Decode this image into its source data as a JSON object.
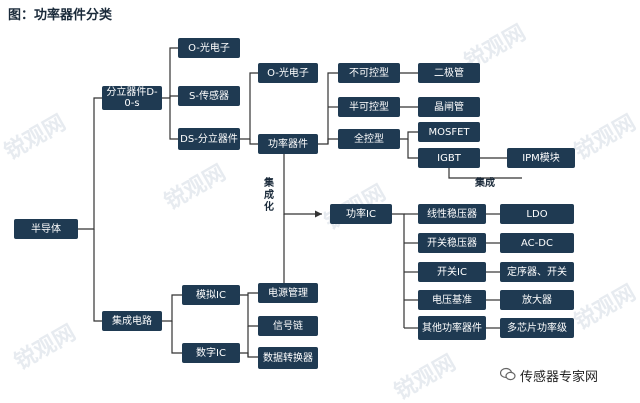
{
  "title": "图：功率器件分类",
  "footer": "传感器专家网",
  "watermark": "锐观网",
  "nodes": {
    "semiconductor": "半导体",
    "discrete": "分立器件D-0-s",
    "ic": "集成电路",
    "o_opto_l1": "O-光电子",
    "s_sensor": "S-传感器",
    "ds_discrete": "DS-分立器件",
    "o_opto_l2": "O-光电子",
    "power_device": "功率器件",
    "uncontrolled": "不可控型",
    "semi_controlled": "半可控型",
    "fully_controlled": "全控型",
    "diode": "二极管",
    "thyristor": "晶闸管",
    "mosfet": "MOSFET",
    "igbt": "IGBT",
    "ipm": "IPM模块",
    "power_ic": "功率IC",
    "linear_reg": "线性稳压器",
    "switch_reg": "开关稳压器",
    "switch_ic": "开关IC",
    "voltage_ref": "电压基准",
    "other_power": "其他功率器件",
    "ldo": "LDO",
    "ac_dc": "AC-DC",
    "timer_switch": "定序器、开关",
    "amplifier": "放大器",
    "multichip": "多芯片功率级",
    "analog_ic": "模拟IC",
    "digital_ic": "数字IC",
    "power_mgmt": "电源管理",
    "signal_chain": "信号链",
    "data_converter": "数据转换器"
  },
  "labels": {
    "integration_v": "集成化",
    "integration_h": "集成"
  }
}
